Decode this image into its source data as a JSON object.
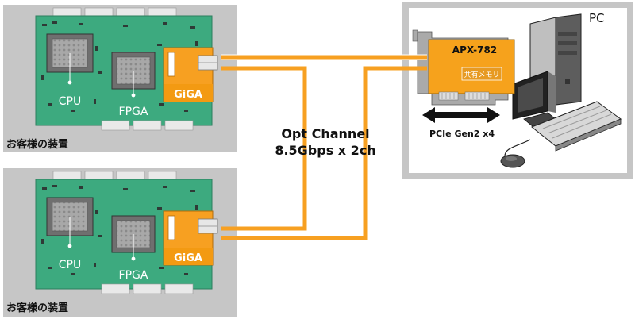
{
  "customer_devices": [
    {
      "device_label": "お客様の装置",
      "cpu_label": "CPU",
      "fpga_label": "FPGA",
      "giga_label": "GiGA"
    },
    {
      "device_label": "お客様の装置",
      "cpu_label": "CPU",
      "fpga_label": "FPGA",
      "giga_label": "GiGA"
    }
  ],
  "link": {
    "line1": "Opt Channel",
    "line2": "8.5Gbps x 2ch"
  },
  "pc": {
    "label": "PC",
    "card_label": "APX-782",
    "memory_label": "共有メモリ",
    "bus_label": "PCIe Gen2 x4"
  },
  "colors": {
    "board_green": "#3daa7f",
    "panel_gray": "#c6c6c6",
    "optical_orange": "#f7a021",
    "card_orange": "#f6a21c"
  }
}
